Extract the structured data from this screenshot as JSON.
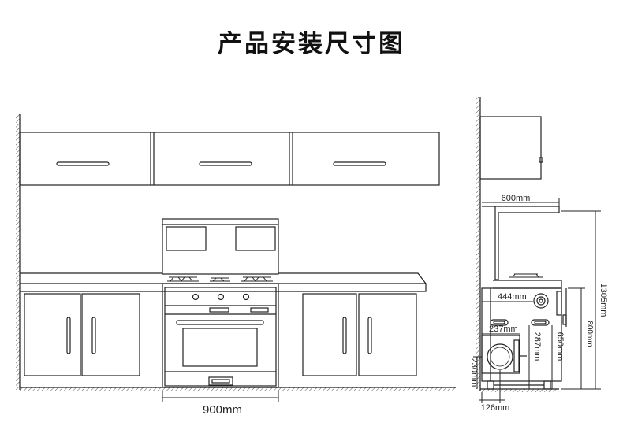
{
  "title": "产品安装尺寸图",
  "dimensions": {
    "front_width": "900mm",
    "side_depth": "600mm",
    "total_height": "1305mm",
    "counter_height": "800mm",
    "cabinet_depth": "444mm",
    "gas_pipe_depth": "237mm",
    "vent_height": "287mm",
    "body_height": "650mm",
    "vent_floor_height": "230mm",
    "vent_offset": "126mm"
  },
  "colors": {
    "line": "#222222",
    "wall_hatch": "#555555",
    "background": "#ffffff"
  }
}
